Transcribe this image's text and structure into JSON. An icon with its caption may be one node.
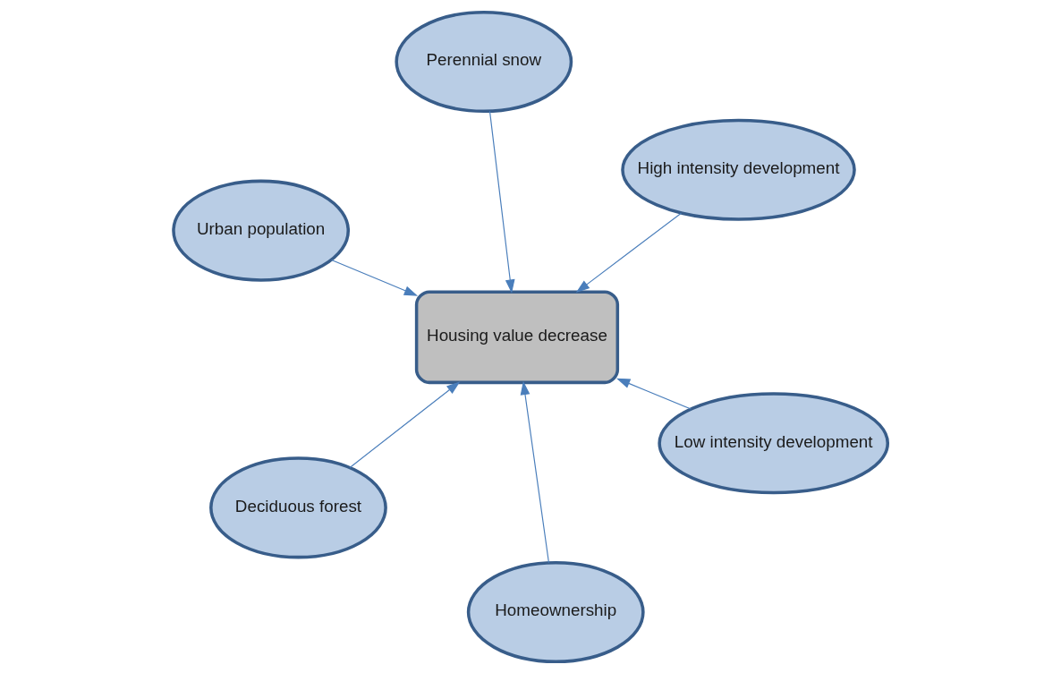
{
  "diagram": {
    "nodes": [
      {
        "text": [
          "Urban population"
        ]
      },
      {
        "text": [
          "Low intensity development"
        ]
      },
      {
        "text": [
          "Homeownership"
        ]
      },
      {
        "text": [
          "Housing value decrease"
        ]
      },
      {
        "text": [
          "High intensity development"
        ]
      },
      {
        "text": [
          "Perennial snow"
        ]
      },
      {
        "text": [
          "Deciduous forest"
        ]
      }
    ],
    "edges": [
      {
        "from": 0,
        "to": 3,
        "arrow": "to"
      },
      {
        "from": 1,
        "to": 3,
        "arrow": "to"
      },
      {
        "from": 2,
        "to": 3,
        "arrow": "to"
      },
      {
        "from": 4,
        "to": 3,
        "arrow": "to"
      },
      {
        "from": 5,
        "to": 3,
        "arrow": "to"
      },
      {
        "from": 6,
        "to": 3,
        "arrow": "to"
      }
    ]
  }
}
